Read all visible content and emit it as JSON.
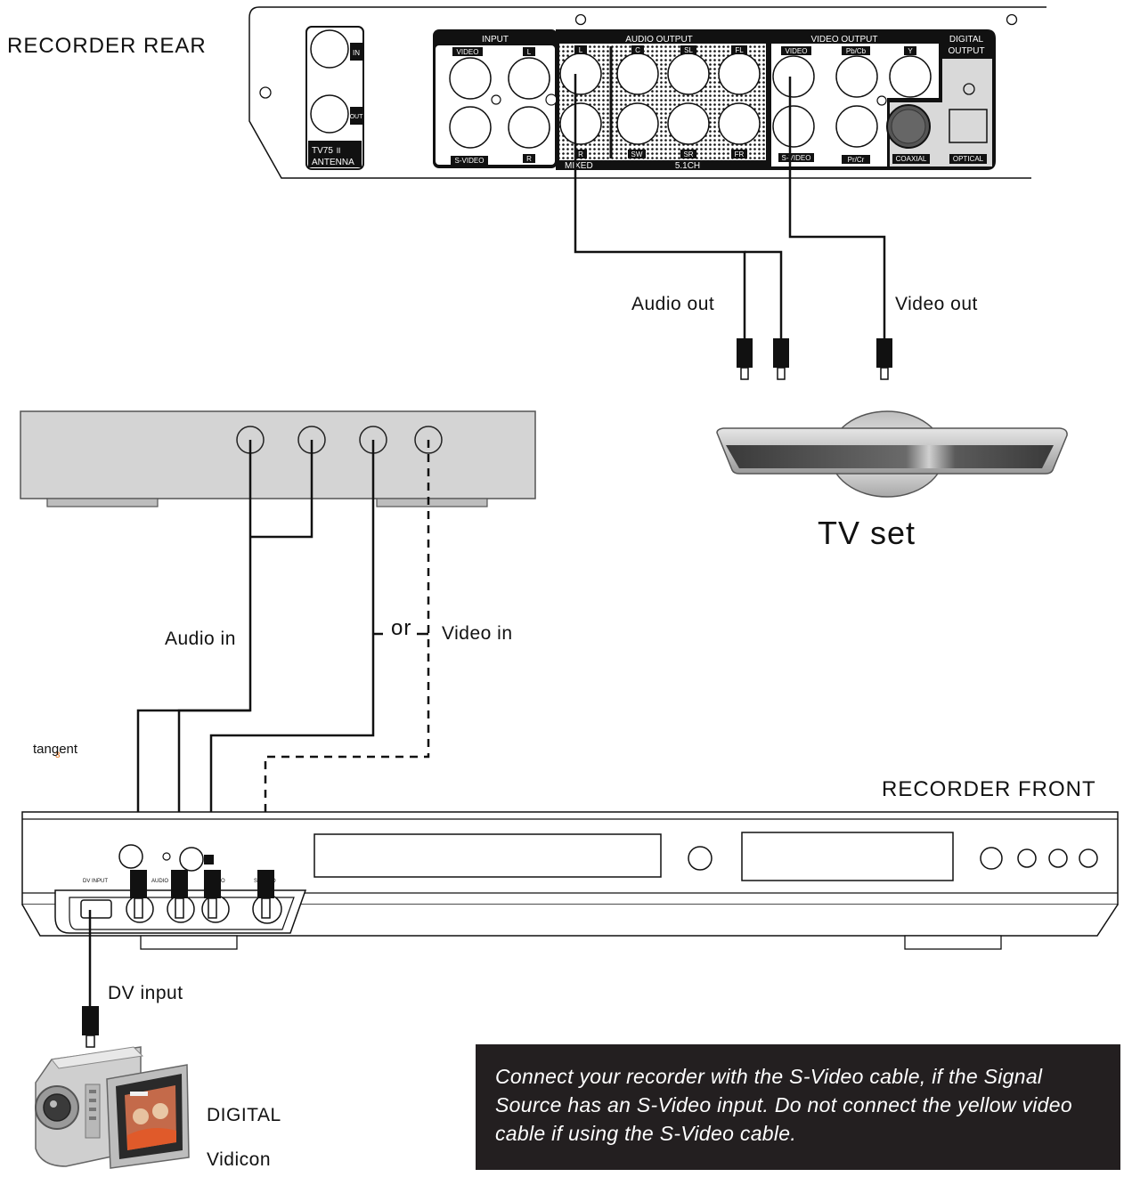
{
  "labels": {
    "recorder_rear": "RECORDER REAR",
    "recorder_front": "RECORDER FRONT",
    "audio_out": "Audio out",
    "video_out": "Video out",
    "tv_set": "TV set",
    "audio_in": "Audio in",
    "or": "or",
    "video_in": "Video in",
    "tangent": "tangent",
    "dv_input": "DV input",
    "digital": "DIGITAL",
    "vidicon": "Vidicon"
  },
  "note": "Connect your recorder with the S-Video cable, if the Signal Source has an S-Video input. Do not connect the yellow video cable if using the S-Video cable.",
  "rear_panel": {
    "antenna_in": "IN",
    "antenna_out": "OUT",
    "antenna_tv": "TV75 ॥",
    "antenna": "ANTENNA",
    "input_title": "INPUT",
    "input_video": "VIDEO",
    "input_l": "L",
    "input_svideo": "S-VIDEO",
    "input_r": "R",
    "audio_output_title": "AUDIO OUTPUT",
    "ao_l": "L",
    "ao_c": "C",
    "ao_sl": "SL",
    "ao_fl": "FL",
    "ao_r": "R",
    "ao_sw": "SW",
    "ao_sr": "SR",
    "ao_fr": "FR",
    "ao_mixed": "MIXED",
    "ao_51ch": "5.1CH",
    "video_output_title": "VIDEO OUTPUT",
    "vo_video": "VIDEO",
    "vo_pbcb": "Pb/Cb",
    "vo_y": "Y",
    "vo_svideo": "S-VIDEO",
    "vo_prcr": "Pr/Cr",
    "digital_output_1": "DIGITAL",
    "digital_output_2": "OUTPUT",
    "coaxial": "COAXIAL",
    "optical": "OPTICAL"
  },
  "front_panel": {
    "dv_input": "DV INPUT",
    "audio": "AUDIO",
    "video": "VIDEO",
    "svideo": "S-VIDEO"
  },
  "colors": {
    "ink": "#111111",
    "panel_fill": "#d9d9d9",
    "note_bg": "#231f20",
    "accent": "#e87722"
  }
}
